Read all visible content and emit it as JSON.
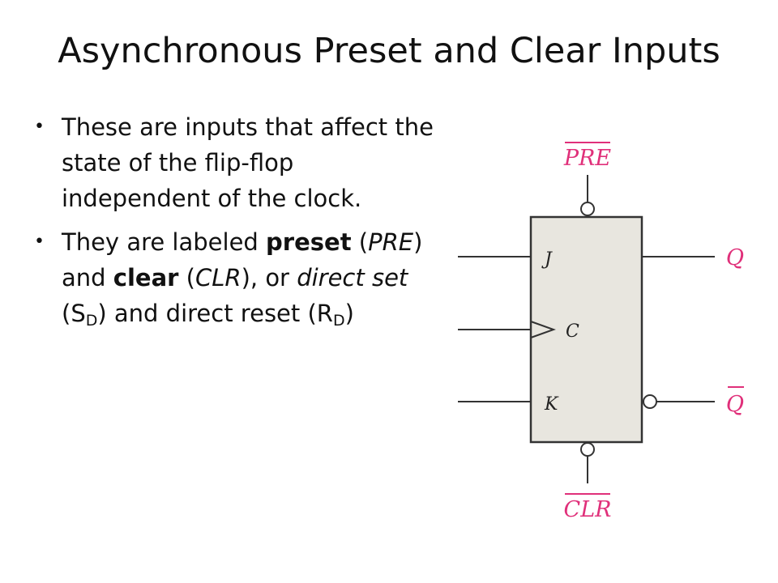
{
  "slide": {
    "title": "Asynchronous Preset and Clear Inputs"
  },
  "bullets": [
    {
      "line": "These are inputs that affect the state of the flip-flop independent of the clock."
    },
    {
      "part1": "They are labeled ",
      "preset": "preset",
      "part2": " (",
      "pre_abbrev": "PRE",
      "part3": ") and ",
      "clear": "clear",
      "part4": " (",
      "clr_abbrev": "CLR",
      "part5": "), or ",
      "direct_set": "direct set",
      "part6": " (S",
      "sub_d1": "D",
      "part7": ") and direct reset (R",
      "sub_d2": "D",
      "part8": ")"
    }
  ],
  "diagram": {
    "labels": {
      "pre": "PRE",
      "clr": "CLR",
      "q": "Q",
      "q_bar": "Q",
      "j": "J",
      "c": "C",
      "k": "K"
    },
    "colors": {
      "accent": "#e0307a",
      "box_fill": "#e8e6df",
      "stroke": "#333333"
    }
  }
}
